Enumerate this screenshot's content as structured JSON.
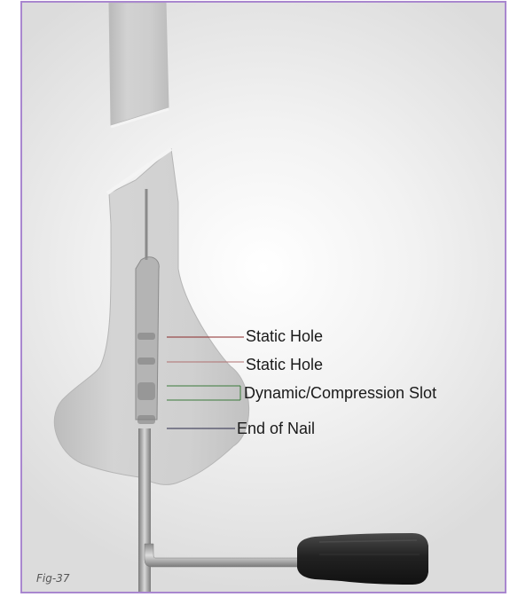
{
  "figure": {
    "caption": "Fig-37",
    "labels": {
      "static_hole_1": "Static Hole",
      "static_hole_2": "Static Hole",
      "dynamic_slot": "Dynamic/Compression Slot",
      "end_of_nail": "End of Nail"
    },
    "colors": {
      "frame_border": "#a987cf",
      "static_hole_1_line": "#8b2a2a",
      "static_hole_2_line": "#b07070",
      "dynamic_slot_line": "#3a7a3a",
      "end_of_nail_line": "#2a2a4a"
    }
  }
}
